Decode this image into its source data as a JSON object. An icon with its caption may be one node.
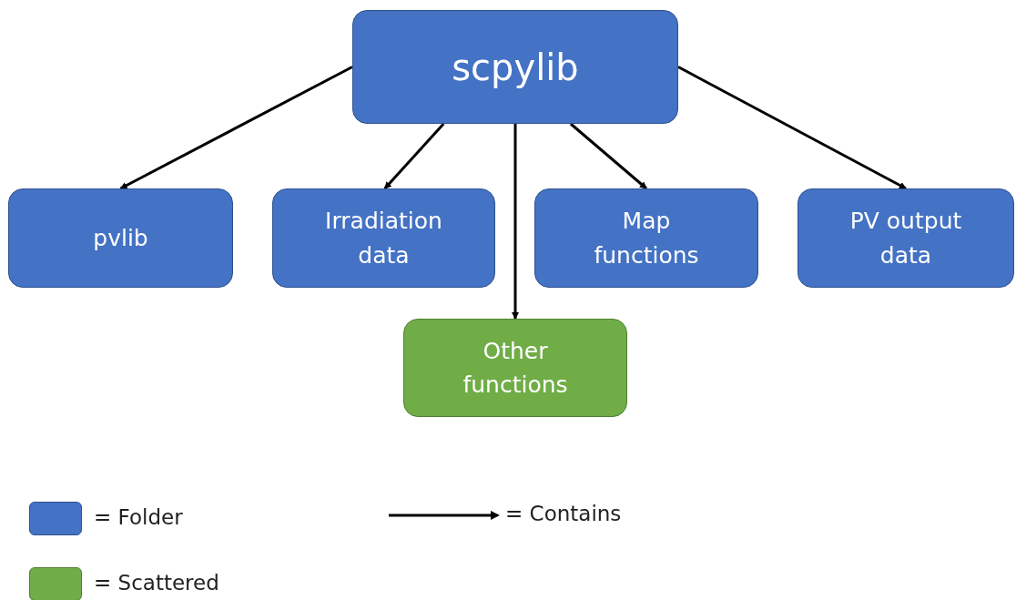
{
  "diagram": {
    "nodes": [
      {
        "text": [
          "scpylib"
        ]
      },
      {
        "text": [
          "pvlib"
        ]
      },
      {
        "text": [
          "Irradiation data"
        ]
      },
      {
        "text": [
          "Map functions"
        ]
      },
      {
        "text": [
          "PV output data"
        ]
      },
      {
        "text": [
          "Other functions"
        ]
      }
    ],
    "edges": [
      {
        "from": 0,
        "to": 1,
        "arrow": "to"
      },
      {
        "from": 0,
        "to": 2,
        "arrow": "to"
      },
      {
        "from": 0,
        "to": 5,
        "arrow": "to"
      },
      {
        "from": 0,
        "to": 3,
        "arrow": "to"
      },
      {
        "from": 0,
        "to": 4,
        "arrow": "to"
      }
    ],
    "legend": [
      {
        "text": "= Folder",
        "color": "#4472c4"
      },
      {
        "text": "= Scattered",
        "color": "#70ad47"
      },
      {
        "text": "= Contains"
      }
    ]
  }
}
